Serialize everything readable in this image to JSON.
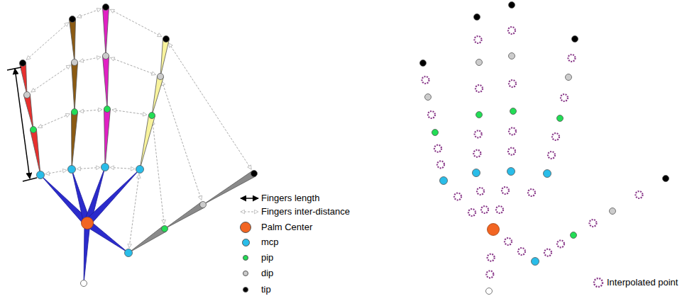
{
  "diagram": {
    "legend": [
      {
        "text": "Fingers length"
      },
      {
        "text": "Fingers inter-distance"
      },
      {
        "text": "Palm Center",
        "color": "#f26522"
      },
      {
        "text": "mcp",
        "color": "#29bde9"
      },
      {
        "text": "pip",
        "color": "#22dd55"
      },
      {
        "text": "dip",
        "color": "#cccccc"
      },
      {
        "text": "tip",
        "color": "#000000"
      },
      {
        "text": "Interpolated point"
      }
    ]
  }
}
